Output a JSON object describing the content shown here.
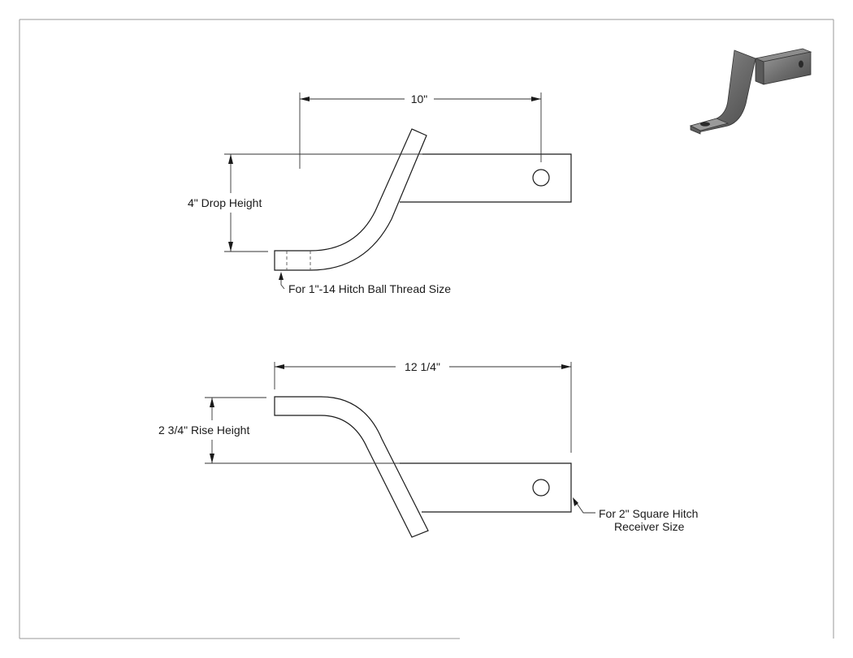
{
  "top_view": {
    "width_dim": "10\"",
    "height_dim": "4\" Drop Height",
    "callout": "For 1\"-14 Hitch Ball Thread Size"
  },
  "bottom_view": {
    "width_dim": "12 1/4\"",
    "height_dim": "2 3/4\" Rise Height",
    "callout_line1": "For 2\" Square Hitch",
    "callout_line2": "Receiver Size"
  },
  "colors": {
    "line": "#1a1a1a",
    "frame": "#9a9a9a",
    "part_fill": "#6f6f6f"
  }
}
